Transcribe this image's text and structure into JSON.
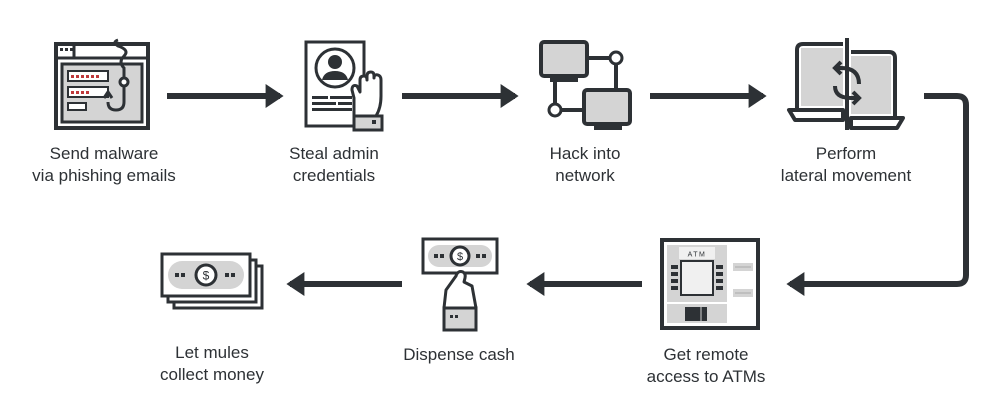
{
  "diagram": {
    "type": "process-flow",
    "colors": {
      "stroke": "#2d3135",
      "fill_gray": "#d4d4d4",
      "accent_red": "#c0393b",
      "background": "#ffffff"
    },
    "steps": [
      {
        "id": 1,
        "icon": "phishing-email-icon",
        "label": "Send malware\nvia phishing emails"
      },
      {
        "id": 2,
        "icon": "admin-credentials-icon",
        "label": "Steal admin\ncredentials"
      },
      {
        "id": 3,
        "icon": "network-icon",
        "label": "Hack into\nnetwork"
      },
      {
        "id": 4,
        "icon": "lateral-movement-icon",
        "label": "Perform\nlateral movement"
      },
      {
        "id": 5,
        "icon": "atm-icon",
        "label": "Get remote\naccess to ATMs",
        "atm_text": "ATM"
      },
      {
        "id": 6,
        "icon": "dispense-cash-icon",
        "label": "Dispense cash",
        "currency_symbol": "$"
      },
      {
        "id": 7,
        "icon": "money-stack-icon",
        "label": "Let mules\ncollect money",
        "currency_symbol": "$"
      }
    ],
    "connections": [
      {
        "from": 1,
        "to": 2
      },
      {
        "from": 2,
        "to": 3
      },
      {
        "from": 3,
        "to": 4
      },
      {
        "from": 4,
        "to": 5
      },
      {
        "from": 5,
        "to": 6
      },
      {
        "from": 6,
        "to": 7
      }
    ]
  }
}
